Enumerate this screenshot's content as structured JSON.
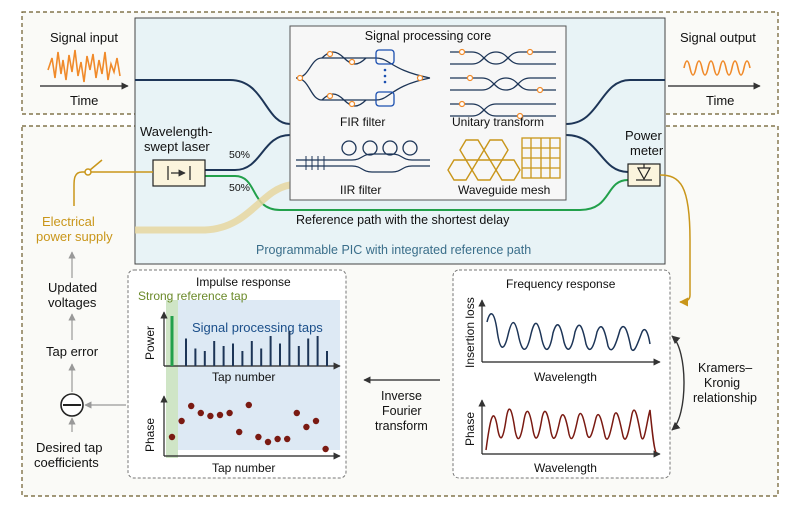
{
  "signal_input": {
    "label": "Signal input",
    "axis": "Time"
  },
  "signal_output": {
    "label": "Signal output",
    "axis": "Time"
  },
  "core": {
    "title": "Signal processing core",
    "fir": "FIR filter",
    "unitary": "Unitary transform",
    "iir": "IIR filter",
    "mesh": "Waveguide mesh"
  },
  "laser": {
    "line1": "Wavelength-",
    "line2": "swept laser"
  },
  "splits": {
    "top": "50%",
    "bottom": "50%"
  },
  "power_meter": {
    "line1": "Power",
    "line2": "meter"
  },
  "reference_path": "Reference path with the shortest delay",
  "pic_label": "Programmable PIC with integrated reference path",
  "power_supply": {
    "line1": "Electrical",
    "line2": "power supply"
  },
  "feedback": {
    "updated1": "Updated",
    "updated2": "voltages",
    "tap_error": "Tap error",
    "desired1": "Desired tap",
    "desired2": "coefficients"
  },
  "impulse": {
    "title": "Impulse response",
    "strong_tap": "Strong reference tap",
    "signal_taps": "Signal processing taps",
    "power_axis": "Power",
    "phase_axis": "Phase",
    "tap_axis1": "Tap number",
    "tap_axis2": "Tap number",
    "power_values": [
      0.55,
      0.35,
      0.3,
      0.5,
      0.4,
      0.45,
      0.3,
      0.5,
      0.35,
      0.6,
      0.45,
      0.7,
      0.4,
      0.55,
      0.6,
      0.3
    ],
    "reference_power": 1.0,
    "phase_values": [
      0.3,
      0.62,
      0.92,
      0.78,
      0.72,
      0.74,
      0.78,
      0.4,
      0.94,
      0.3,
      0.2,
      0.26,
      0.26,
      0.78,
      0.5,
      0.62,
      0.06
    ]
  },
  "transform": {
    "line1": "Inverse",
    "line2": "Fourier",
    "line3": "transform"
  },
  "frequency": {
    "title": "Frequency response",
    "loss_axis": "Insertion loss",
    "phase_axis": "Phase",
    "wl_axis1": "Wavelength",
    "wl_axis2": "Wavelength"
  },
  "kk": {
    "line1": "Kramers–",
    "line2": "Kronig",
    "line3": "relationship"
  },
  "colors": {
    "waveguide": "#1d3557",
    "reference": "#22a04b",
    "orange": "#f08a2a",
    "gold": "#c9961a",
    "phase_dot": "#7a1a12",
    "pic_bg": "#e8f3f6",
    "panel_bg": "#dde9f4"
  }
}
